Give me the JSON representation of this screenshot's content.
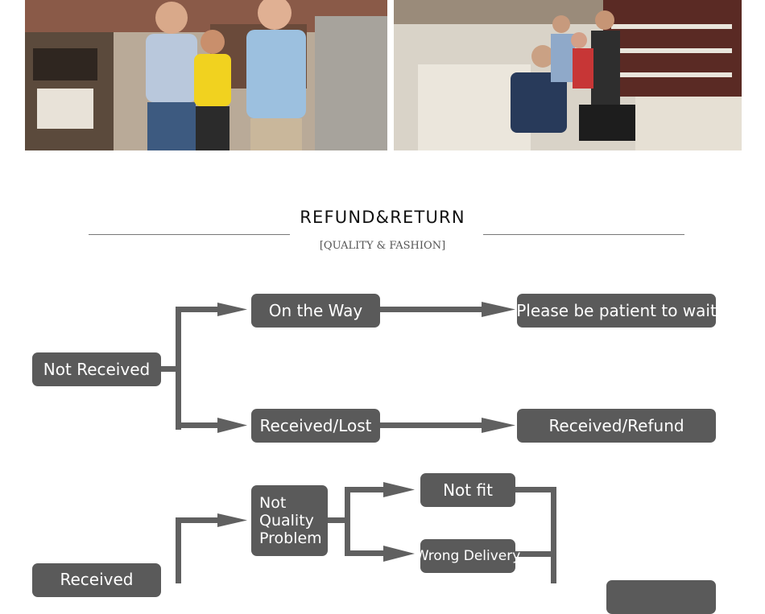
{
  "header": {
    "title": "REFUND&RETURN",
    "subtitle": "[QUALITY & FASHION]"
  },
  "photos": [
    {
      "name": "trade-show-photo-left"
    },
    {
      "name": "trade-show-photo-right"
    }
  ],
  "flow": {
    "not_received": "Not Received",
    "on_the_way": "On the Way",
    "please_wait": "Please be patient to wait",
    "received_lost": "Received/Lost",
    "received_refund": "Received/Refund",
    "received": "Received",
    "not_quality_problem": "Not\nQuality\nProblem",
    "not_fit": "Not fit",
    "wrong_delivery": "Wrong Delivery"
  },
  "colors": {
    "node": "#5a5a5a",
    "connector": "#606060"
  }
}
